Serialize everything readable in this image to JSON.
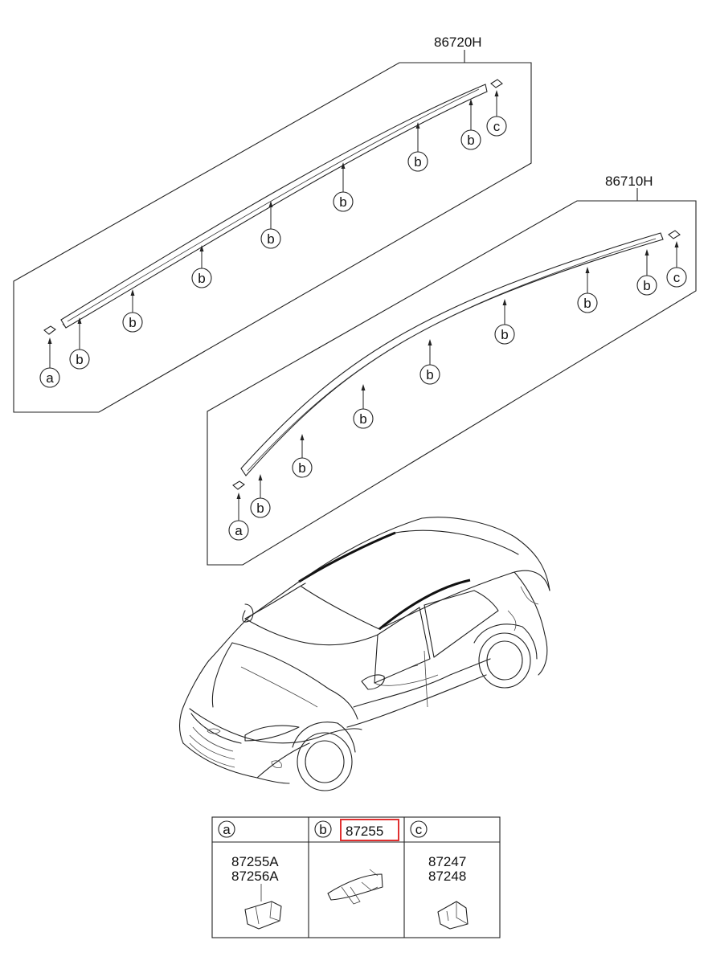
{
  "left_rail": {
    "part_number": "86720H"
  },
  "right_rail": {
    "part_number": "86710H"
  },
  "callouts": {
    "a": "a",
    "b": "b",
    "c": "c"
  },
  "legend_table": {
    "col_a": {
      "letter": "a",
      "parts": [
        "87255A",
        "87256A"
      ]
    },
    "col_b": {
      "letter": "b",
      "highlighted_part": "87255"
    },
    "col_c": {
      "letter": "c",
      "parts": [
        "87247",
        "87248"
      ]
    }
  },
  "colors": {
    "line": "#222222",
    "highlight_box": "#e03030",
    "background": "#ffffff"
  }
}
